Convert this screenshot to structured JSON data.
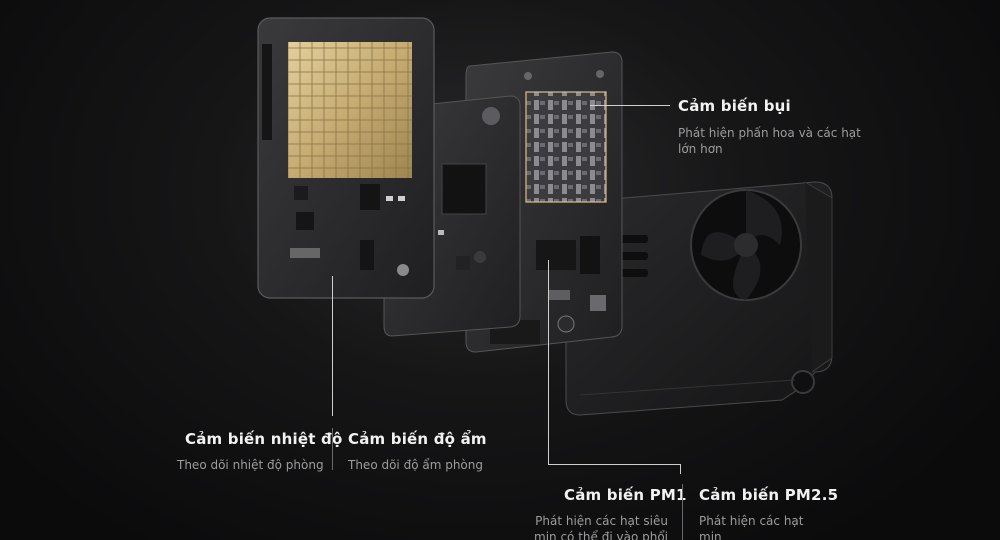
{
  "sensors": {
    "dust": {
      "title": "Cảm biến bụi",
      "desc_line1": "Phát hiện phấn hoa và các hạt",
      "desc_line2": "lớn hơn"
    },
    "temperature": {
      "title": "Cảm biến nhiệt độ",
      "desc": "Theo dõi nhiệt độ phòng"
    },
    "humidity": {
      "title": "Cảm biến độ ẩm",
      "desc": "Theo dõi độ ẩm phòng"
    },
    "pm1": {
      "title": "Cảm biến PM1",
      "desc_line1": "Phát hiện các hạt siêu",
      "desc_line2": "mịn có thể đi vào phổi"
    },
    "pm25": {
      "title": "Cảm biến PM2.5",
      "desc_line1": "Phát hiện các hạt",
      "desc_line2": "mịn"
    }
  },
  "colors": {
    "background": "#0c0c0d",
    "board": "#2b2b2d",
    "chip_gold": "#c9b07a",
    "label_title": "#f2f2f2",
    "label_desc": "#9c9c9c"
  }
}
